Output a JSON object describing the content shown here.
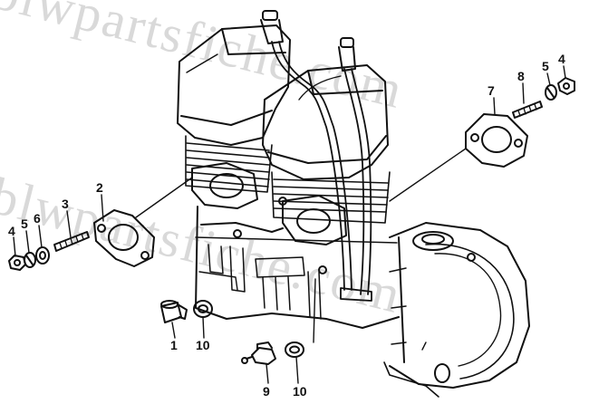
{
  "watermark": {
    "text_top": "blwpartsfiche.com",
    "text_bottom": "blwpartsfiche.com"
  },
  "callouts": {
    "left_4": "4",
    "left_5": "5",
    "left_6": "6",
    "left_3": "3",
    "left_2": "2",
    "left_1": "1",
    "left_10": "10",
    "bottom_9": "9",
    "bottom_10": "10",
    "right_7": "7",
    "right_8": "8",
    "right_5": "5",
    "right_4": "4"
  },
  "colors": {
    "line": "#111111",
    "background": "#ffffff",
    "watermark": "#d9d9d9"
  }
}
